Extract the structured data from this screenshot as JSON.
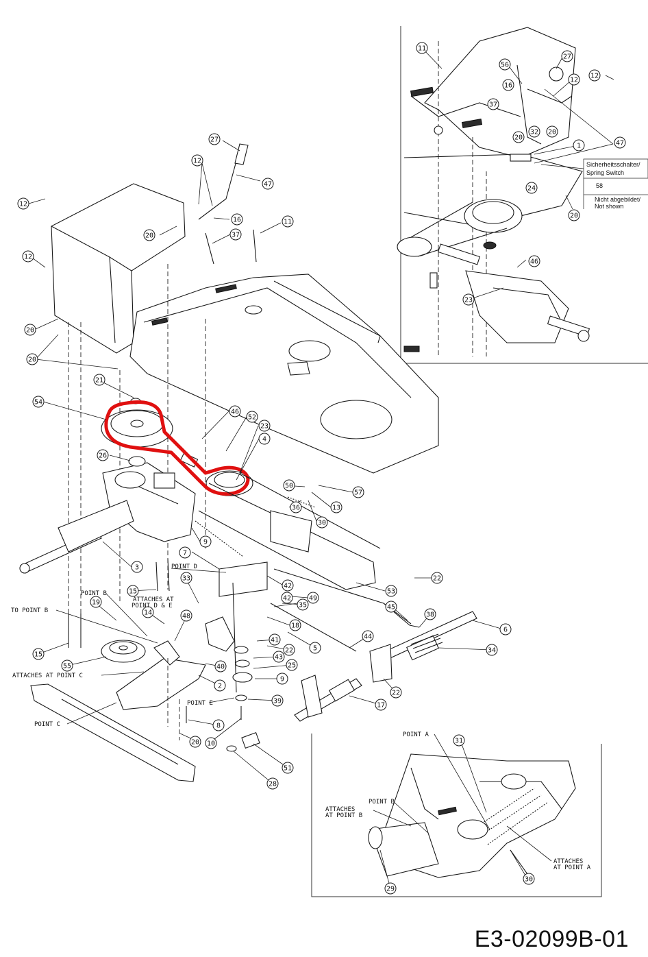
{
  "drawing_code": "E3-02099B-01",
  "legend": {
    "switch_label_de": "Sicherheitsschalter/",
    "switch_label_en": "Spring Switch",
    "switch_number": "58",
    "not_shown_de": "Nicht abgebildet/",
    "not_shown_en": "Not shown"
  },
  "callouts": [
    {
      "id": "c11a",
      "num": "11"
    },
    {
      "id": "c27a",
      "num": "27"
    },
    {
      "id": "c56",
      "num": "56"
    },
    {
      "id": "c12a",
      "num": "12"
    },
    {
      "id": "c12b",
      "num": "12"
    },
    {
      "id": "c16a",
      "num": "16"
    },
    {
      "id": "c37a",
      "num": "37"
    },
    {
      "id": "c32",
      "num": "32"
    },
    {
      "id": "c20a",
      "num": "20"
    },
    {
      "id": "c20b",
      "num": "20"
    },
    {
      "id": "c47a",
      "num": "47"
    },
    {
      "id": "c1",
      "num": "1"
    },
    {
      "id": "c24",
      "num": "24"
    },
    {
      "id": "c20c",
      "num": "20"
    },
    {
      "id": "c46a",
      "num": "46"
    },
    {
      "id": "c23a",
      "num": "23"
    },
    {
      "id": "c27b",
      "num": "27"
    },
    {
      "id": "c12c",
      "num": "12"
    },
    {
      "id": "c47b",
      "num": "47"
    },
    {
      "id": "c12d",
      "num": "12"
    },
    {
      "id": "c16b",
      "num": "16"
    },
    {
      "id": "c20d",
      "num": "20"
    },
    {
      "id": "c37b",
      "num": "37"
    },
    {
      "id": "c11b",
      "num": "11"
    },
    {
      "id": "c12e",
      "num": "12"
    },
    {
      "id": "c20e",
      "num": "20"
    },
    {
      "id": "c20f",
      "num": "20"
    },
    {
      "id": "c21",
      "num": "21"
    },
    {
      "id": "c54",
      "num": "54"
    },
    {
      "id": "c46b",
      "num": "46"
    },
    {
      "id": "c52",
      "num": "52"
    },
    {
      "id": "c23b",
      "num": "23"
    },
    {
      "id": "c4",
      "num": "4"
    },
    {
      "id": "c26",
      "num": "26"
    },
    {
      "id": "c57",
      "num": "57"
    },
    {
      "id": "c50",
      "num": "50"
    },
    {
      "id": "c36",
      "num": "36"
    },
    {
      "id": "c13",
      "num": "13"
    },
    {
      "id": "c30a",
      "num": "30"
    },
    {
      "id": "c7",
      "num": "7"
    },
    {
      "id": "c9a",
      "num": "9"
    },
    {
      "id": "c3",
      "num": "3"
    },
    {
      "id": "c42a",
      "num": "42"
    },
    {
      "id": "c53",
      "num": "53"
    },
    {
      "id": "c22a",
      "num": "22"
    },
    {
      "id": "c15a",
      "num": "15"
    },
    {
      "id": "c33",
      "num": "33"
    },
    {
      "id": "c49",
      "num": "49"
    },
    {
      "id": "c42b",
      "num": "42"
    },
    {
      "id": "c35",
      "num": "35"
    },
    {
      "id": "c45",
      "num": "45"
    },
    {
      "id": "c19",
      "num": "19"
    },
    {
      "id": "c14",
      "num": "14"
    },
    {
      "id": "c48",
      "num": "48"
    },
    {
      "id": "c18",
      "num": "18"
    },
    {
      "id": "c38",
      "num": "38"
    },
    {
      "id": "c6",
      "num": "6"
    },
    {
      "id": "c41",
      "num": "41"
    },
    {
      "id": "c5",
      "num": "5"
    },
    {
      "id": "c44",
      "num": "44"
    },
    {
      "id": "c22b",
      "num": "22"
    },
    {
      "id": "c43",
      "num": "43"
    },
    {
      "id": "c34",
      "num": "34"
    },
    {
      "id": "c15b",
      "num": "15"
    },
    {
      "id": "c55",
      "num": "55"
    },
    {
      "id": "c40",
      "num": "40"
    },
    {
      "id": "c25",
      "num": "25"
    },
    {
      "id": "c2",
      "num": "2"
    },
    {
      "id": "c9b",
      "num": "9"
    },
    {
      "id": "c22c",
      "num": "22"
    },
    {
      "id": "c39",
      "num": "39"
    },
    {
      "id": "c17",
      "num": "17"
    },
    {
      "id": "c8",
      "num": "8"
    },
    {
      "id": "c20g",
      "num": "20"
    },
    {
      "id": "c10",
      "num": "10"
    },
    {
      "id": "c51",
      "num": "51"
    },
    {
      "id": "c28",
      "num": "28"
    },
    {
      "id": "c31",
      "num": "31"
    },
    {
      "id": "c29",
      "num": "29"
    },
    {
      "id": "c30b",
      "num": "30"
    }
  ],
  "labels": [
    {
      "id": "point_d",
      "text": "POINT D"
    },
    {
      "id": "point_b",
      "text": "POINT B"
    },
    {
      "id": "attaches_de_1",
      "text": "ATTACHES AT"
    },
    {
      "id": "attaches_de_2",
      "text": "POINT D & E"
    },
    {
      "id": "to_point_b",
      "text": "TO POINT B"
    },
    {
      "id": "attaches_c",
      "text": "ATTACHES AT POINT C"
    },
    {
      "id": "point_e",
      "text": "POINT E"
    },
    {
      "id": "point_c",
      "text": "POINT C"
    },
    {
      "id": "point_a",
      "text": "POINT A"
    },
    {
      "id": "point_b2",
      "text": "POINT B"
    },
    {
      "id": "attaches_b_1",
      "text": "ATTACHES"
    },
    {
      "id": "attaches_b_2",
      "text": "AT POINT B"
    },
    {
      "id": "attaches_a_1",
      "text": "ATTACHES"
    },
    {
      "id": "attaches_a_2",
      "text": "AT POINT A"
    }
  ],
  "highlight_color": "#e01010"
}
